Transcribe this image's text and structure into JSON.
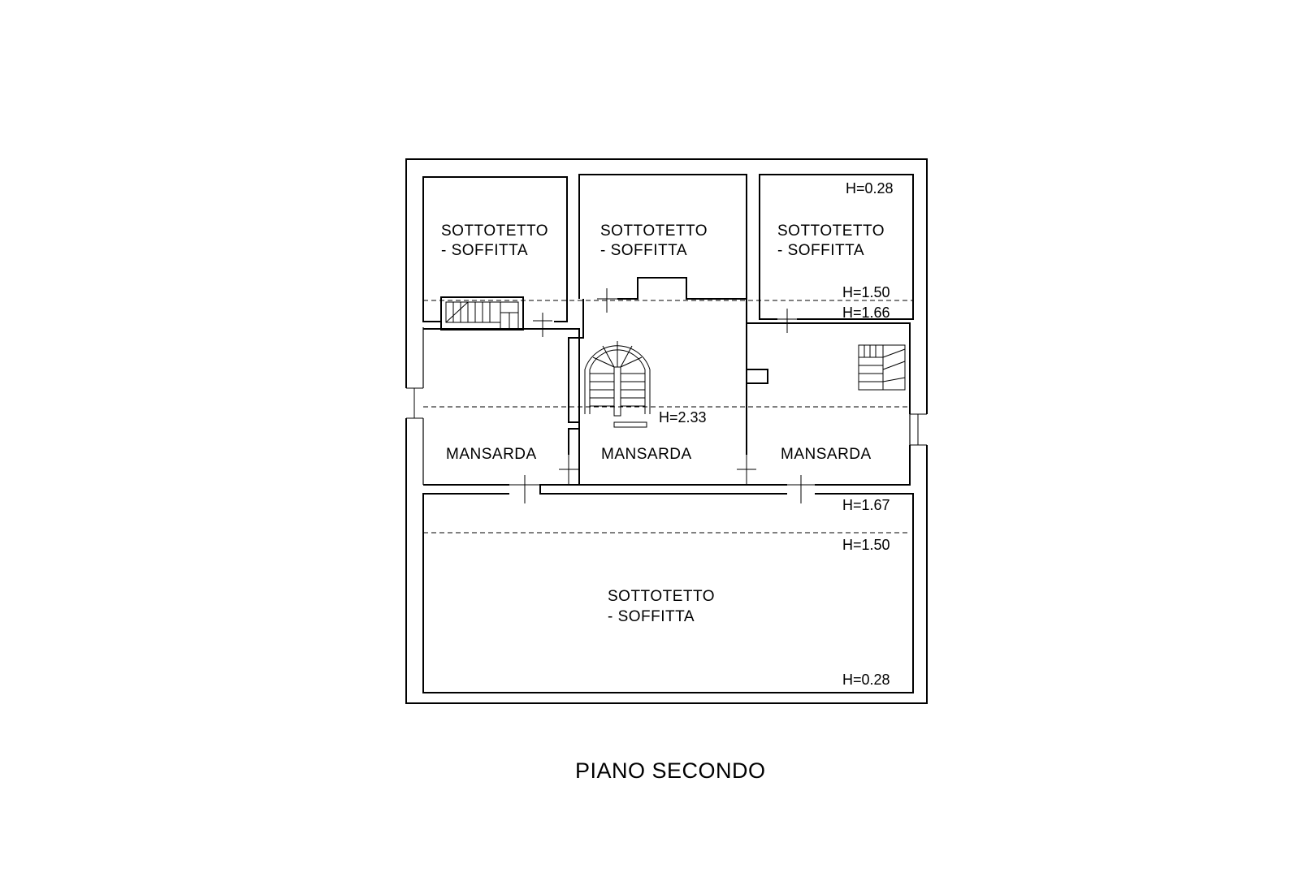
{
  "plan": {
    "title": "PIANO SECONDO",
    "rooms": {
      "top_left": {
        "line1": "SOTTOTETTO",
        "line2": "- SOFFITTA"
      },
      "top_center": {
        "line1": "SOTTOTETTO",
        "line2": "- SOFFITTA"
      },
      "top_right": {
        "line1": "SOTTOTETTO",
        "line2": "- SOFFITTA"
      },
      "mansarda_left": "MANSARDA",
      "mansarda_center": "MANSARDA",
      "mansarda_right": "MANSARDA",
      "bottom": {
        "line1": "SOTTOTETTO",
        "line2": "- SOFFITTA"
      }
    },
    "heights": {
      "top_right_peak": "H=0.28",
      "top_line_a": "H=1.50",
      "top_line_b": "H=1.66",
      "center": "H=2.33",
      "bottom_line_a": "H=1.67",
      "bottom_line_b": "H=1.50",
      "bottom_peak": "H=0.28"
    }
  }
}
